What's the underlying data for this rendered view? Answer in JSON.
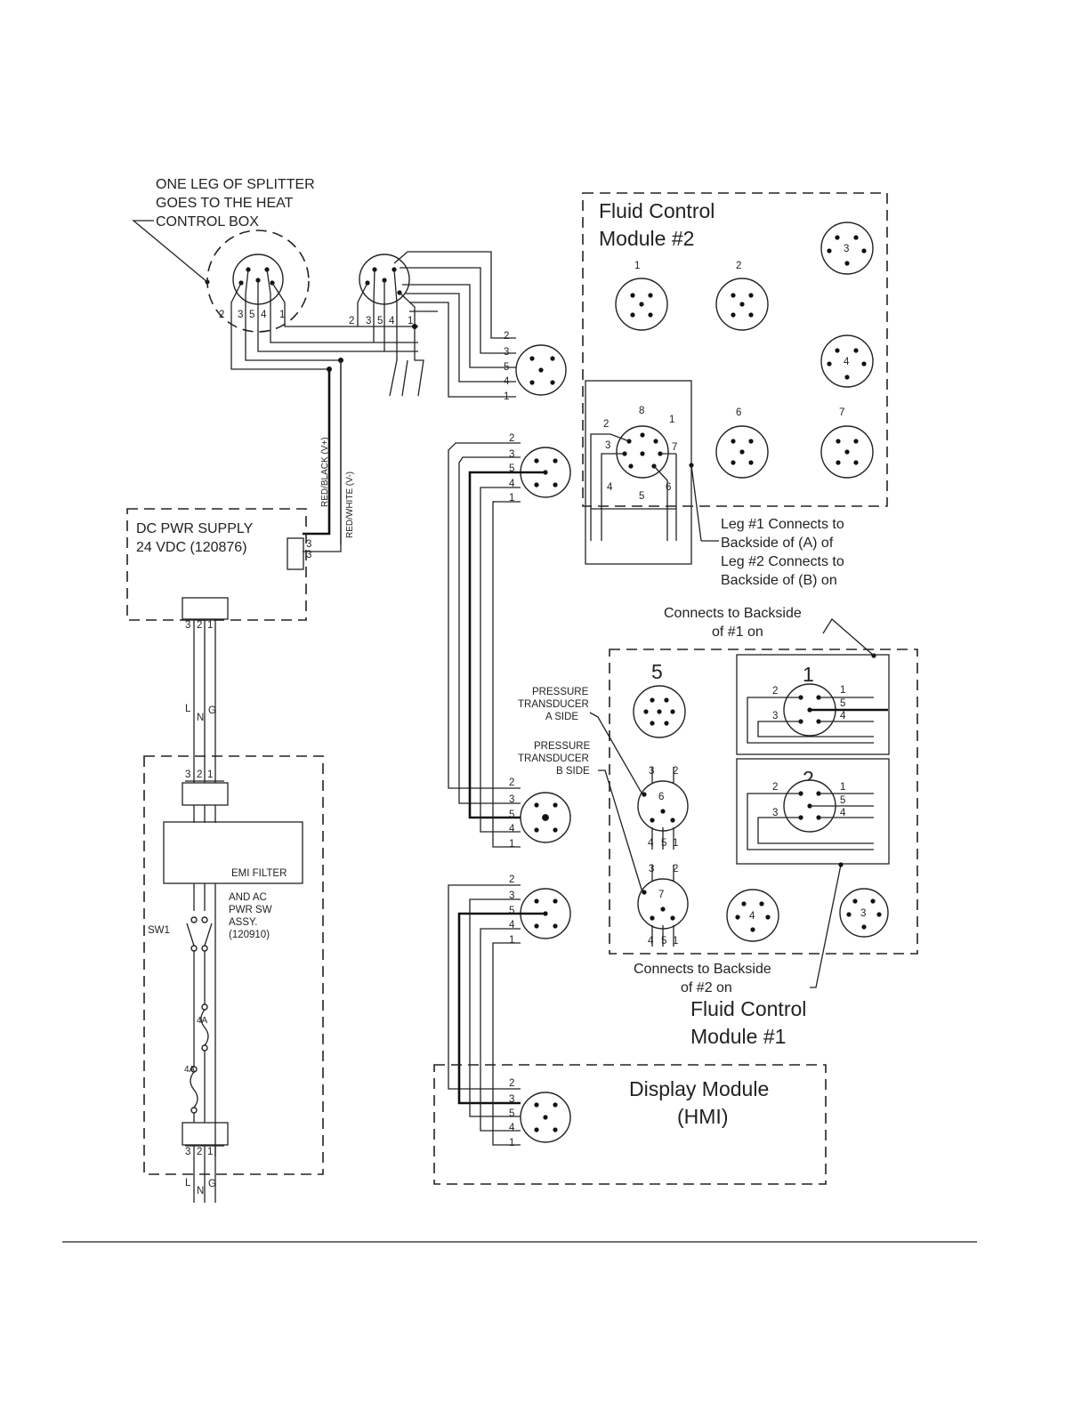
{
  "labels": {
    "splitter_note": [
      "ONE LEG OF SPLITTER",
      "GOES TO THE HEAT",
      "CONTROL BOX"
    ],
    "fcm2_title": [
      "Fluid Control",
      "Module #2"
    ],
    "fcm1_title": [
      "Fluid Control",
      "Module #1"
    ],
    "display_title": [
      "Display Module",
      "(HMI)"
    ],
    "power_supply": [
      "DC PWR SUPPLY",
      "24 VDC (120876)"
    ],
    "emi_filter": "EMI FILTER",
    "ac_switch": [
      "AND AC",
      "PWR SW",
      "ASSY.",
      "(120910)"
    ],
    "sw1": "SW1",
    "fuse": "4A",
    "wire_red_black": "RED/BLACK (V+)",
    "wire_red_white": "RED/WHITE (V-)",
    "leg_note": [
      "Leg #1 Connects to",
      "Backside of (A) of",
      "Leg #2 Connects to",
      "Backside of (B) on"
    ],
    "backside1_note": [
      "Connects to Backside",
      "of #1 on"
    ],
    "backside2_note": [
      "Connects to Backside",
      "of #2 on"
    ],
    "pt_a": [
      "PRESSURE",
      "TRANSDUCER",
      "A SIDE"
    ],
    "pt_b": [
      "PRESSURE",
      "TRANSDUCER",
      "B SIDE"
    ],
    "lng": [
      "L",
      "N",
      "G"
    ],
    "pins_321": [
      "3",
      "2",
      "1"
    ],
    "pins_23541": [
      "2",
      "3",
      "5",
      "4",
      "1"
    ],
    "pins_451": [
      "4",
      "5",
      "1"
    ],
    "pins_32": [
      "3",
      "2"
    ],
    "pins_33": [
      "3",
      "3"
    ],
    "port_numbers": [
      "1",
      "2",
      "3",
      "4",
      "5",
      "6",
      "7"
    ],
    "pins_8pin": [
      "1",
      "2",
      "3",
      "4",
      "5",
      "6",
      "7",
      "8"
    ]
  }
}
